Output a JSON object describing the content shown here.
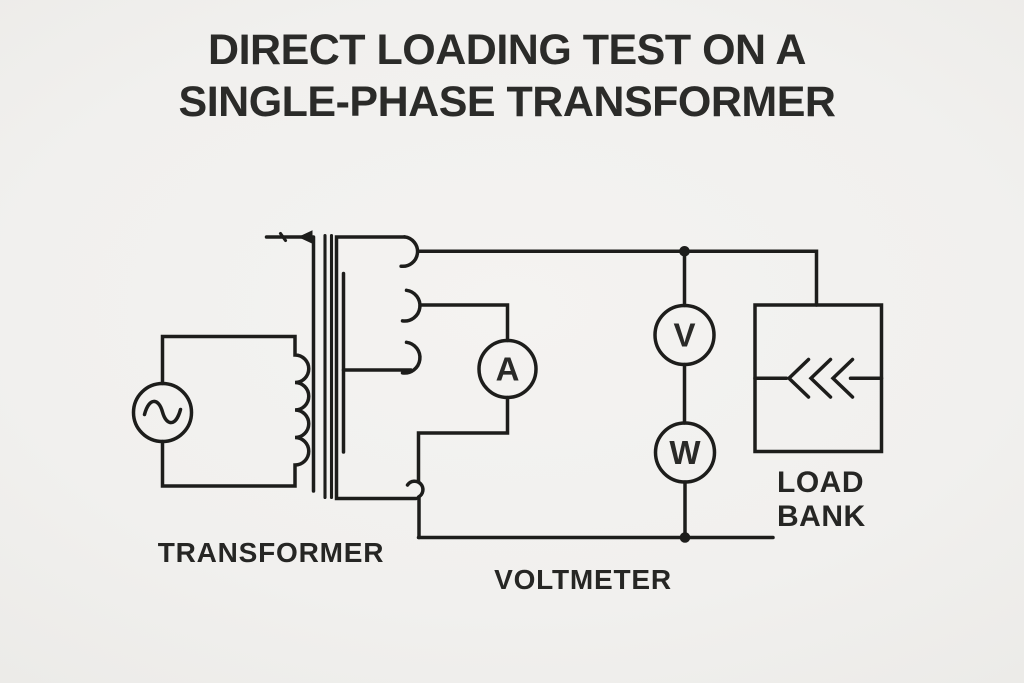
{
  "title": {
    "line1": "DIRECT LOADING TEST ON A",
    "line2": "SINGLE-PHASE TRANSFORMER"
  },
  "labels": {
    "transformer": "TRANSFORMER",
    "voltmeter": "VOLTMETER",
    "load_bank_line1": "LOAD",
    "load_bank_line2": "BANK"
  },
  "meters": {
    "ammeter": {
      "label": "A"
    },
    "voltmeter": {
      "label": "V"
    },
    "wattmeter": {
      "label": "W"
    }
  },
  "components": [
    {
      "name": "ac-source",
      "symbol": "sine-wave-in-circle"
    },
    {
      "name": "transformer",
      "parts": [
        "primary-winding",
        "laminated-core",
        "secondary-winding",
        "flux-arrow"
      ]
    },
    {
      "name": "ammeter",
      "symbol": "circle-A"
    },
    {
      "name": "voltmeter",
      "symbol": "circle-V"
    },
    {
      "name": "wattmeter",
      "symbol": "circle-W"
    },
    {
      "name": "load-bank",
      "symbol": "box-with-triple-left-chevrons"
    }
  ],
  "icons": {
    "ac_source_icon": "sine-wave",
    "load_bank_icon": "triple-left-chevron",
    "flux_arrow_icon": "left-arrow"
  },
  "colors": {
    "background": "#f1f0ee",
    "ink": "#1d1d1b",
    "text": "#2b2b29"
  }
}
